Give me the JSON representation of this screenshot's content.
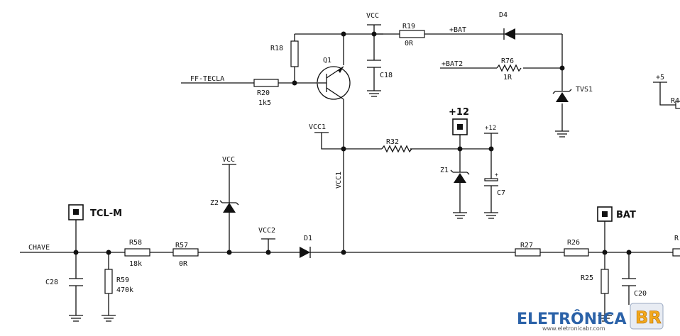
{
  "net_labels": {
    "ff_tecla": "FF-TECLA",
    "vcc_top": "VCC",
    "bat_plus": "+BAT",
    "bat2": "+BAT2",
    "vcc1_left": "VCC1",
    "vcc1_vertical": "VCC1",
    "plus12_small": "+12",
    "vcc_z2": "VCC",
    "vcc2": "VCC2",
    "chave": "CHAVE",
    "plus5": "+5"
  },
  "connectors": {
    "plus12": "+12",
    "tcl_m": "TCL-M",
    "bat": "BAT"
  },
  "components": {
    "r18": {
      "ref": "R18"
    },
    "q1": {
      "ref": "Q1"
    },
    "r20": {
      "ref": "R20",
      "value": "1k5"
    },
    "c18": {
      "ref": "C18"
    },
    "r19": {
      "ref": "R19",
      "value": "0R"
    },
    "d4": {
      "ref": "D4"
    },
    "r76": {
      "ref": "R76",
      "value": "1R"
    },
    "tvs1": {
      "ref": "TVS1"
    },
    "r32": {
      "ref": "R32"
    },
    "z1": {
      "ref": "Z1"
    },
    "c7": {
      "ref": "C7",
      "polarity": "+"
    },
    "z2": {
      "ref": "Z2"
    },
    "r58": {
      "ref": "R58",
      "value": "18k"
    },
    "r57": {
      "ref": "R57",
      "value": "0R"
    },
    "d1": {
      "ref": "D1"
    },
    "c28": {
      "ref": "C28"
    },
    "r59": {
      "ref": "R59",
      "value": "470k"
    },
    "r27": {
      "ref": "R27"
    },
    "r26": {
      "ref": "R26"
    },
    "r25": {
      "ref": "R25"
    },
    "c20": {
      "ref": "C20"
    },
    "r_right_top": {
      "ref": "R4"
    },
    "r_right_mid": {
      "ref": "R"
    }
  },
  "logo": {
    "text": "ELETRÔNICA",
    "badge": "BR",
    "url": "www.eletronicabr.com"
  }
}
